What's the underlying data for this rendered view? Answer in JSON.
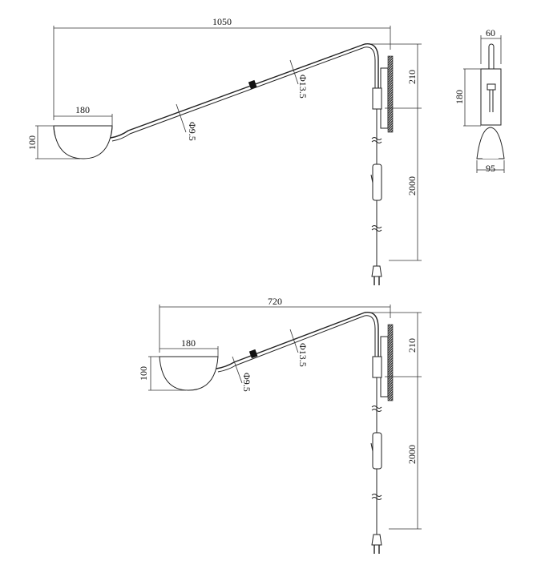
{
  "drawing_top": {
    "total_length": "1050",
    "shade_width": "180",
    "shade_height": "100",
    "tube_diameter_thin": "Φ9.5",
    "tube_diameter_thick": "Φ13.5",
    "bracket_height": "210",
    "cord_length": "2000"
  },
  "side_view": {
    "rod_width": "60",
    "plate_height": "180",
    "shade_width": "95"
  },
  "drawing_bottom": {
    "total_length": "720",
    "shade_width": "180",
    "shade_height": "100",
    "tube_diameter_thin": "Φ9.5",
    "tube_diameter_thick": "Φ13.5",
    "bracket_height": "210",
    "cord_length": "2000"
  }
}
